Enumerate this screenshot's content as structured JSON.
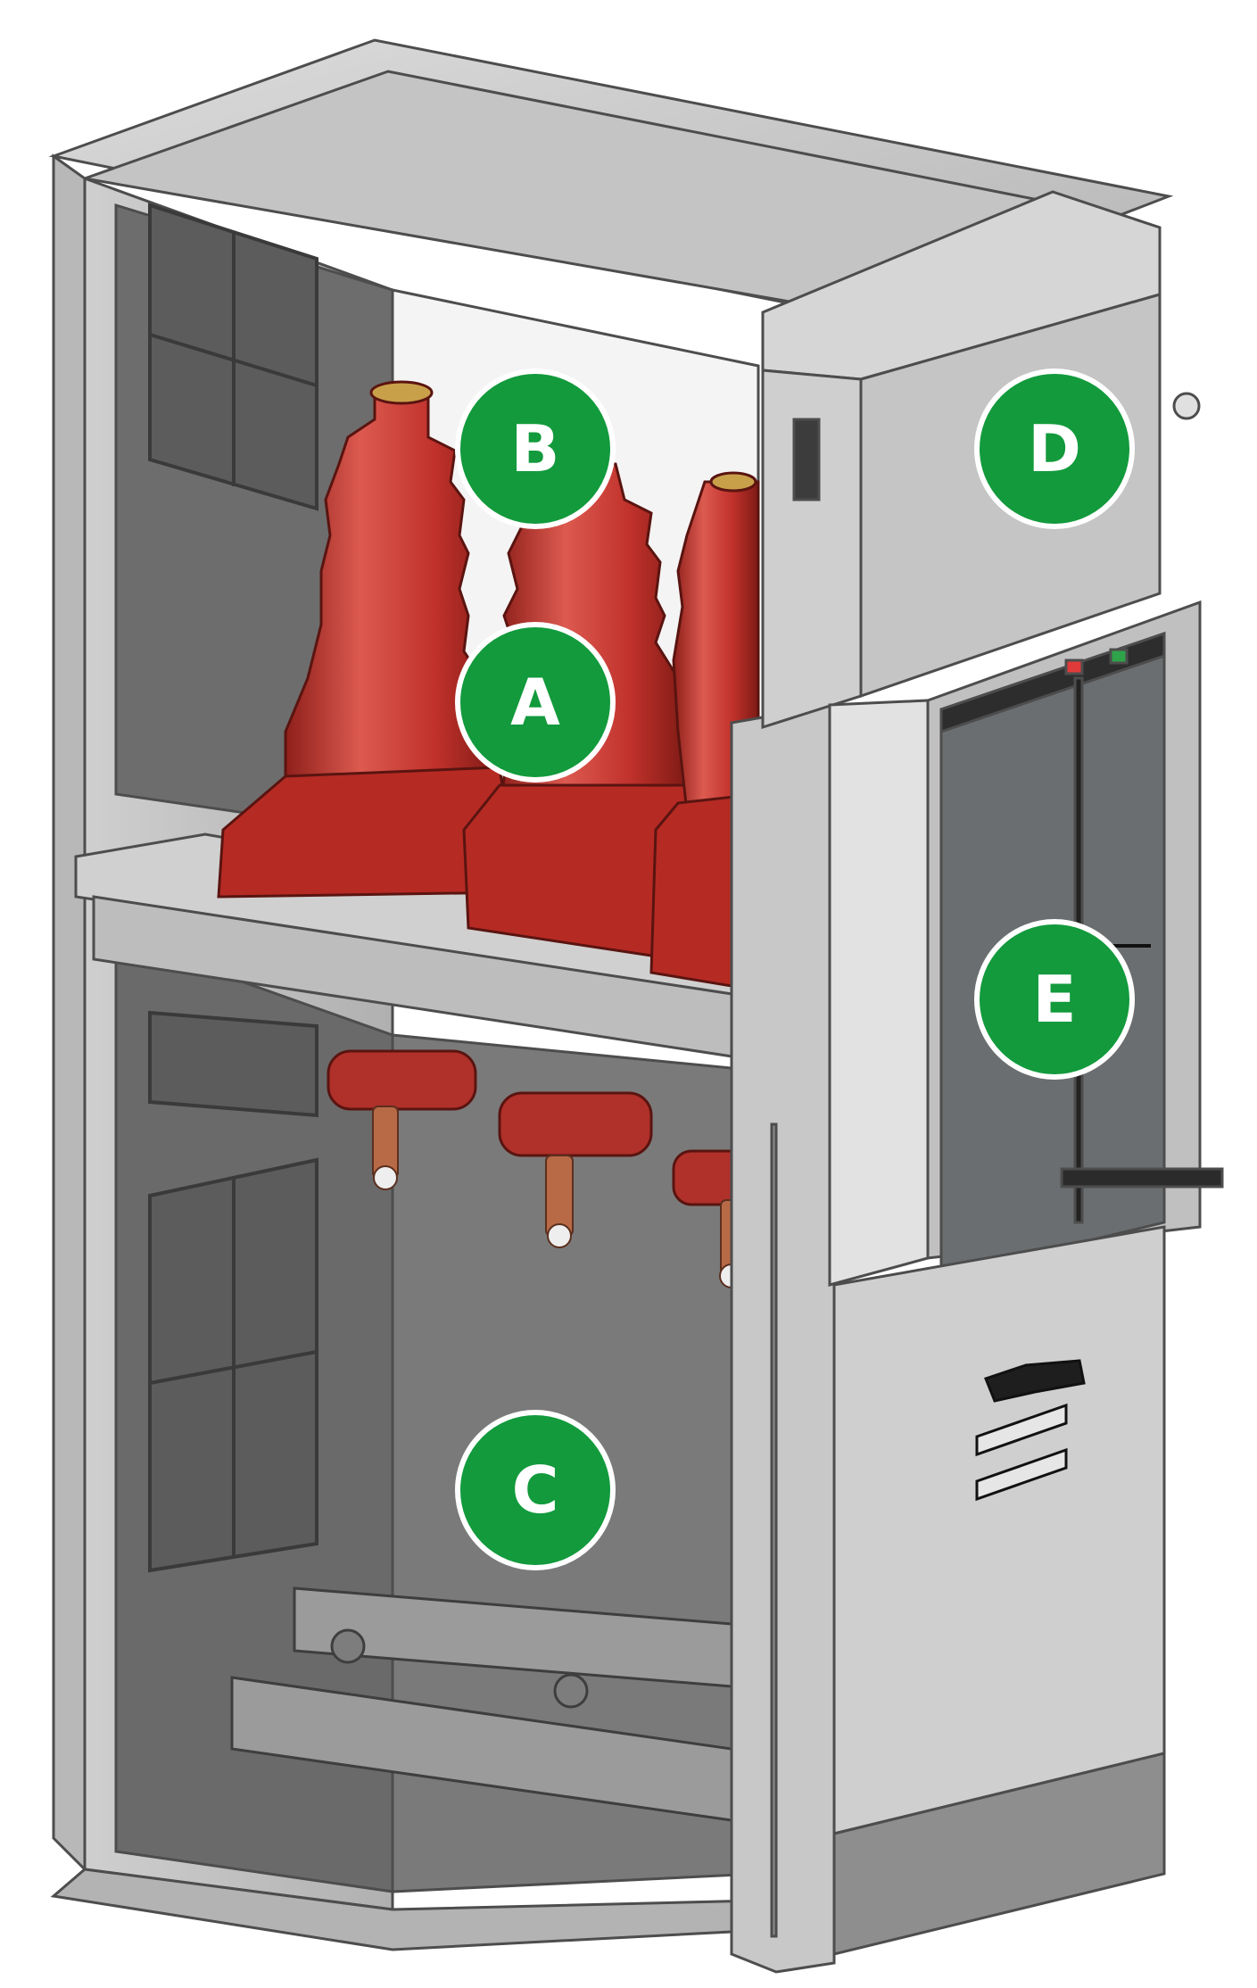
{
  "colors": {
    "frame": "#c9c9c9",
    "frame_dark": "#9a9a9a",
    "frame_line": "#5a5a5a",
    "interior": "#6f6f6f",
    "interior_dark": "#575757",
    "panel": "#bdbdbd",
    "panel_light": "#d8d8d8",
    "control_panel": "#6b6e70",
    "insulator": "#c0312b",
    "insulator_dark": "#8e1f1a",
    "insulator_light": "#dc5a50",
    "copper": "#b86a46",
    "badge": "#129a3c",
    "badge_border": "#ffffff",
    "badge_text": "#ffffff"
  },
  "callouts": [
    {
      "id": "A",
      "label": "A"
    },
    {
      "id": "B",
      "label": "B"
    },
    {
      "id": "C",
      "label": "C"
    },
    {
      "id": "D",
      "label": "D"
    },
    {
      "id": "E",
      "label": "E"
    }
  ],
  "icons": [
    "cabinet-frame-icon",
    "vacuum-breaker-pole-icon",
    "low-voltage-compartment-icon",
    "operating-panel-icon",
    "handle-icon"
  ]
}
